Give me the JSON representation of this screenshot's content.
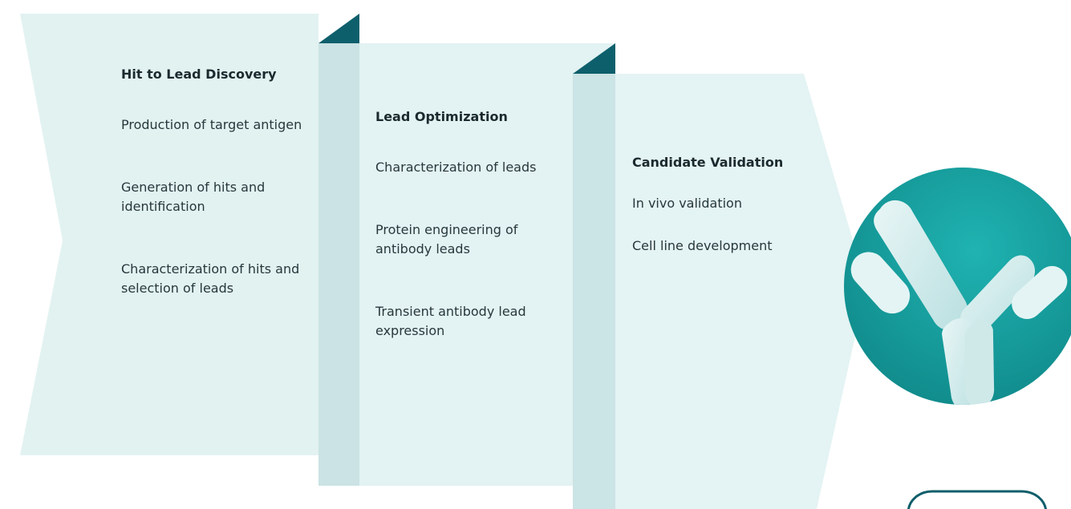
{
  "colors": {
    "panel_fill": "#e2f2f1",
    "panel_fill_alt": "#d6ebea",
    "fold_strip": "#c3dfe0",
    "fold_corner": "#0e5f6c",
    "circle_teal": "#15999a",
    "outline": "#0f5e6a"
  },
  "stages": [
    {
      "title": "Hit to Lead Discovery",
      "items": [
        "Production of target antigen",
        "Generation of hits and identification",
        "Characterization of hits and selection of leads"
      ]
    },
    {
      "title": "Lead Optimization",
      "items": [
        "Characterization of leads",
        "Protein engineering of antibody leads",
        "Transient antibody lead expression"
      ]
    },
    {
      "title": "Candidate Validation",
      "items": [
        "In vivo validation",
        "Cell line development"
      ]
    }
  ],
  "image": {
    "icon": "antibody-icon"
  }
}
